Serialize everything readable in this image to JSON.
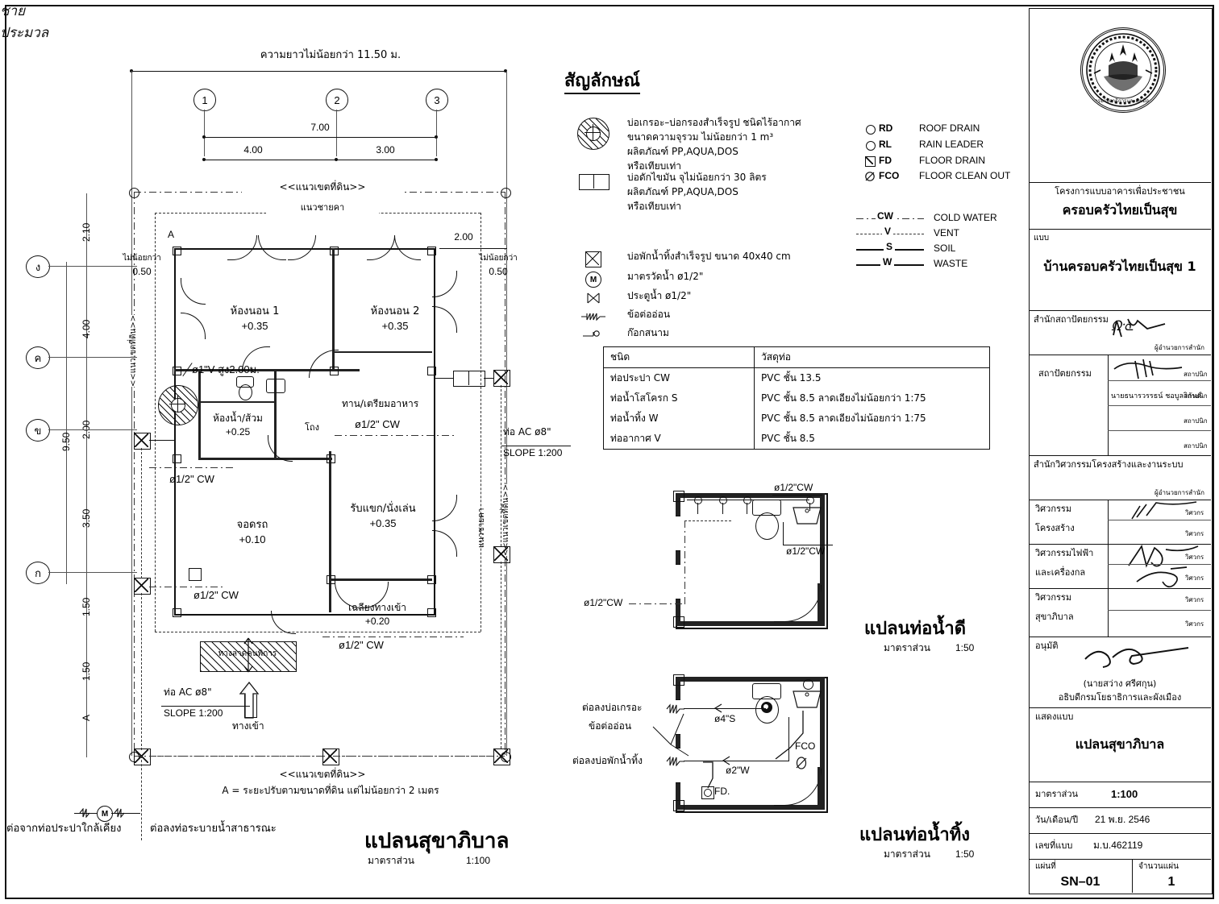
{
  "sheet": {
    "drawing_type": "sanitary-plumbing-plan"
  },
  "main_plan": {
    "title": "แปลนสุขาภิบาล",
    "scale_label": "มาตราส่วน",
    "scale_value": "1:100",
    "top_overall_dim": "ความยาวไม่น้อยกว่า 11.50 ม.",
    "grid_numbers": [
      "1",
      "2",
      "3"
    ],
    "grid_letters": [
      "ง",
      "ค",
      "ข",
      "ก"
    ],
    "top_dims": {
      "span_total": "7.00",
      "span_left": "4.00",
      "span_right": "3.00"
    },
    "left_dims": [
      "2.10",
      "4.00",
      "2.00",
      "3.50",
      "1.50",
      "1.50"
    ],
    "left_overall": "9.50",
    "left_A": "A",
    "plot_line_top": "<<แนวเขตที่ดิน>>",
    "plot_line_bottom": "<<แนวเขตที่ดิน>>",
    "plot_line_left": "<<แนวเขตที่ดิน>>",
    "plot_line_right": "<<แนวเขตที่ดิน>>",
    "eave_line_top": "แนวชายคา",
    "eave_line_right": "แนวชายคา",
    "setback_left": "ไม่น้อยกว่า",
    "setback_left_val": "0.50",
    "setback_right": "ไม่น้อยกว่า",
    "setback_right_val": "0.50",
    "right_dim_200": "2.00",
    "zone_A_top": "A",
    "rooms": [
      {
        "name": "ห้องนอน  1",
        "level": "+0.35"
      },
      {
        "name": "ห้องนอน  2",
        "level": "+0.35"
      },
      {
        "name": "ห้องน้ำ/ส้วม",
        "level": "+0.25"
      },
      {
        "name": "จอดรถ",
        "level": "+0.10"
      },
      {
        "name": "รับแขก/นั่งเล่น",
        "level": "+0.35"
      },
      {
        "name": "เฉลียงทางเข้า",
        "level": "+0.20"
      },
      {
        "name": "ทาน/เตรียมอาหาร",
        "level": ""
      },
      {
        "name": "โถง",
        "level": ""
      }
    ],
    "pipe_notes": [
      "ø1\"V สูง2.00ม.",
      "ø1/2\"  CW",
      "ø1/2\" CW",
      "ø1/2\" CW",
      "ø1/2\" CW"
    ],
    "ac_pipe_right": "ท่อ AC ø8\"",
    "ac_slope_right": "SLOPE 1:200",
    "ac_pipe_bottom": "ท่อ AC ø8\"",
    "ac_slope_bottom": "SLOPE 1:200",
    "entry_arrow_label": "ทางเข้า",
    "ramp_label": "ทางลาดคนพิการ",
    "note_A": "A = ระยะปรับตามขนาดที่ดิน แต่ไม่น้อยกว่า 2 เมตร",
    "connect_water": "ต่อจากท่อประปาใกล้เคียง",
    "connect_drain": "ต่อลงท่อระบายน้ำสาธารณะ"
  },
  "legend": {
    "title": "สัญลักษณ์",
    "items": [
      {
        "icon": "septic-tank-icon",
        "lines": [
          "บ่อเกรอะ–บ่อกรองสำเร็จรูป ชนิดไร้อากาศ",
          "ขนาดความจุรวม ไม่น้อยกว่า 1 m³",
          "ผลิตภัณฑ์ PP,AQUA,DOS",
          "หรือเทียบเท่า"
        ]
      },
      {
        "icon": "grease-trap-icon",
        "lines": [
          "บ่อดักไขมัน จุไม่น้อยกว่า 30 ลิตร",
          "ผลิตภัณฑ์ PP,AQUA,DOS",
          "หรือเทียบเท่า"
        ]
      },
      {
        "icon": "catch-basin-icon",
        "lines": [
          "บ่อพักน้ำทิ้งสำเร็จรูป ขนาด 40x40 cm"
        ]
      },
      {
        "icon": "water-meter-icon",
        "lines": [
          "มาตรวัดน้ำ ø1/2\""
        ]
      },
      {
        "icon": "gate-valve-icon",
        "lines": [
          "ประตูน้ำ ø1/2\""
        ]
      },
      {
        "icon": "flexible-joint-icon",
        "lines": [
          "ข้อต่ออ่อน"
        ]
      },
      {
        "icon": "hose-bibb-icon",
        "lines": [
          "ก๊อกสนาม"
        ]
      }
    ],
    "abbrev": [
      {
        "mark": "RD",
        "symbol": "circle",
        "desc": "ROOF DRAIN"
      },
      {
        "mark": "RL",
        "symbol": "circle",
        "desc": "RAIN LEADER"
      },
      {
        "mark": "FD",
        "symbol": "square-cross",
        "desc": "FLOOR DRAIN"
      },
      {
        "mark": "FCO",
        "symbol": "slashed-circle",
        "desc": "FLOOR CLEAN OUT"
      }
    ],
    "linetypes": [
      {
        "mark": "CW",
        "style": "dash-dot",
        "desc": "COLD WATER"
      },
      {
        "mark": "V",
        "style": "dashed",
        "desc": "VENT"
      },
      {
        "mark": "S",
        "style": "solid",
        "desc": "SOIL"
      },
      {
        "mark": "W",
        "style": "solid",
        "desc": "WASTE"
      }
    ]
  },
  "material_table": {
    "headers": [
      "ชนิด",
      "วัสดุท่อ"
    ],
    "rows": [
      [
        "ท่อประปา CW",
        "PVC ชั้น 13.5"
      ],
      [
        "ท่อน้ำโสโครก S",
        "PVC ชั้น 8.5  ลาดเอียงไม่น้อยกว่า 1:75"
      ],
      [
        "ท่อน้ำทิ้ง W",
        "PVC ชั้น 8.5  ลาดเอียงไม่น้อยกว่า 1:75"
      ],
      [
        "ท่ออากาศ V",
        "PVC ชั้น 8.5"
      ]
    ]
  },
  "detail_water": {
    "title": "แปลนท่อน้ำดี",
    "scale_label": "มาตราส่วน",
    "scale_value": "1:50",
    "labels": [
      "ø1/2\"CW",
      "ø1/2\"CW",
      "ø1/2\"CW"
    ]
  },
  "detail_waste": {
    "title": "แปลนท่อน้ำทิ้ง",
    "scale_label": "มาตราส่วน",
    "scale_value": "1:50",
    "labels": [
      "ø4\"S",
      "ø2\"W",
      "FCO",
      "FD."
    ],
    "callouts": [
      "ต่อลงบ่อเกรอะ",
      "ข้อต่ออ่อน",
      "ต่อลงบ่อพักน้ำทิ้ง"
    ]
  },
  "titleblock": {
    "seal_text": "กรมโยธาธิการและผังเมือง",
    "project_caption": "โครงการแบบอาคารเพื่อประชาชน",
    "project_name": "ครอบครัวไทยเป็นสุข",
    "model_caption": "แบบ",
    "model_name": "บ้านครอบครัวไทยเป็นสุข  1",
    "arch_office": "สำนักสถาปัตยกรรม",
    "arch_director_role": "ผู้อำนวยการสำนัก",
    "arch_section": "สถาปัตยกรรม",
    "arch_roles": [
      "สถาปนิก",
      "สถาปนิก",
      "สถาปนิก",
      "สถาปนิก"
    ],
    "arch_name": "นายธนารวรรธน์ ชอบูลวิกันต์",
    "eng_office": "สำนักวิศวกรรมโครงสร้างและงานระบบ",
    "eng_director_role": "ผู้อำนวยการสำนัก",
    "eng_rows": [
      {
        "label1": "วิศวกรรม",
        "label2": "โครงสร้าง",
        "role": "วิศวกร",
        "sig": "ชาย"
      },
      {
        "label1": "วิศวกรรมไฟฟ้า",
        "label2": "และเครื่องกล",
        "role": "วิศวกร",
        "sig": ""
      },
      {
        "label1": "วิศวกรรม",
        "label2": "สุขาภิบาล",
        "role": "วิศวกร",
        "sig": "ประมวล"
      }
    ],
    "approve_caption": "อนุมัติ",
    "approve_name": "(นายสว่าง ศรีศกุน)",
    "approve_title": "อธิบดีกรมโยธาธิการและผังเมือง",
    "show_caption": "แสดงแบบ",
    "show_value": "แปลนสุขาภิบาล",
    "scale_caption": "มาตราส่วน",
    "scale_value": "1:100",
    "date_caption": "วัน/เดือน/ปี",
    "date_value": "21 พ.ย. 2546",
    "drawing_no_caption": "เลขที่แบบ",
    "drawing_no_value": "ม.บ.462119",
    "sheet_caption": "แผ่นที่",
    "sheet_value": "SN–01",
    "total_caption": "จำนวนแผ่น",
    "total_value": "1"
  }
}
